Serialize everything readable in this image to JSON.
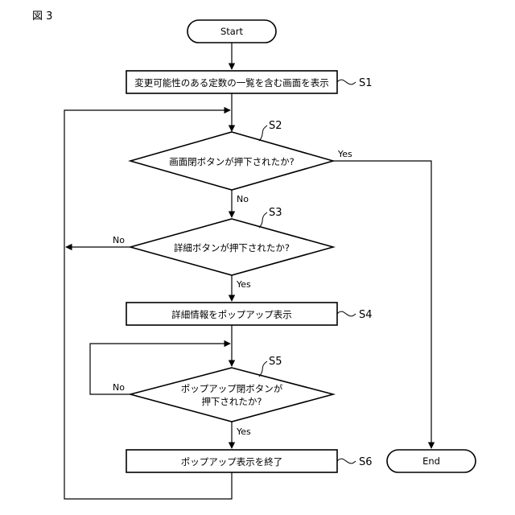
{
  "figure_label": "図 3",
  "nodes": {
    "start": "Start",
    "end": "End",
    "s1_box": "変更可能性のある定数の一覧を含む画面を表示",
    "s2_decision": "画面閉ボタンが押下されたか?",
    "s3_decision": "詳細ボタンが押下されたか?",
    "s4_box": "詳細情報をポップアップ表示",
    "s5_decision_line1": "ポップアップ閉ボタンが",
    "s5_decision_line2": "押下されたか?",
    "s6_box": "ポップアップ表示を終了"
  },
  "steps": {
    "s1": "S1",
    "s2": "S2",
    "s3": "S3",
    "s4": "S4",
    "s5": "S5",
    "s6": "S6"
  },
  "branch_labels": {
    "s2_yes": "Yes",
    "s2_no": "No",
    "s3_yes": "Yes",
    "s3_no": "No",
    "s5_yes": "Yes",
    "s5_no": "No"
  }
}
